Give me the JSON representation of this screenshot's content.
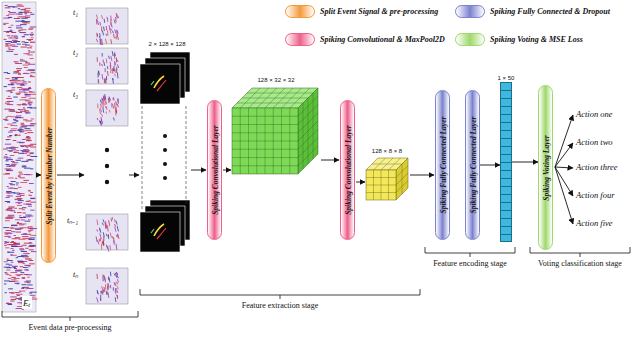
{
  "diagram": {
    "nodes": [
      {
        "text": [
          "Split Event by Number Number"
        ]
      },
      {
        "text": [
          "Spiking Convolutional Layer"
        ]
      },
      {
        "text": [
          "Spiking Convolutional Layer"
        ]
      },
      {
        "text": [
          "Spiking Fully Connected Layer"
        ]
      },
      {
        "text": [
          "Spiking Fully Connected Layer"
        ]
      },
      {
        "text": [
          "1 × 50"
        ]
      },
      {
        "text": [
          "Spiking Voting Layer"
        ]
      }
    ],
    "edges": [
      {
        "from": 4,
        "to": 5,
        "arrow": "to"
      },
      {
        "from": 5,
        "to": 6,
        "arrow": "to"
      }
    ],
    "labels": [
      "Eₜ",
      "t₁",
      "t₂",
      "t₃",
      "tₙ₋₁",
      "tₙ",
      "2 × 128 × 128",
      "128 × 32 × 32",
      "128 × 8 × 8",
      "Action one",
      "Action two",
      "Action three",
      "Action four",
      "Action five",
      "Event data pre-processing",
      "Feature extraction stage",
      "Feature encoding stage",
      "Voting classification stage"
    ],
    "legend": [
      {
        "text": "Split Event Signal & pre-processing",
        "color": "#f59a3c"
      },
      {
        "text": "Spiking Fully Connected & Dropout",
        "color": "#7b82cf"
      },
      {
        "text": "Spiking Convolutional & MaxPool2D",
        "color": "#ee5f8a"
      },
      {
        "text": "Spiking Voting & MSE Loss",
        "color": "#9fd86b"
      }
    ]
  }
}
